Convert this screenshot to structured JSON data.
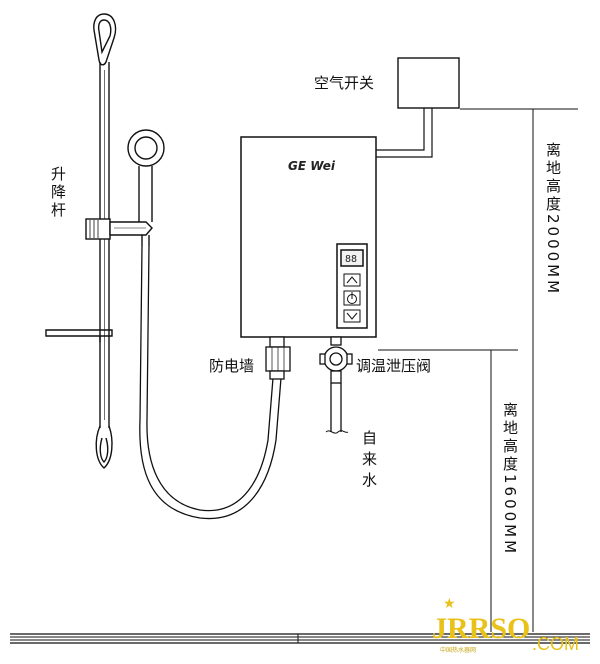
{
  "labels": {
    "air_switch": "空气开关",
    "lift_bar": "升降杆",
    "anti_shock_wall": "防电墙",
    "pressure_valve": "调温泄压阀",
    "tap_water": "自来水",
    "height_2000": "离地高度2000MM",
    "height_1600": "离地高度1600MM"
  },
  "heater": {
    "brand": "GE Wei",
    "display": "88"
  },
  "watermark": {
    "main": "JRRSO",
    "suffix": ".COM",
    "sub": "中国热水器网"
  },
  "colors": {
    "line": "#111111",
    "watermark": "#e8c21a"
  }
}
